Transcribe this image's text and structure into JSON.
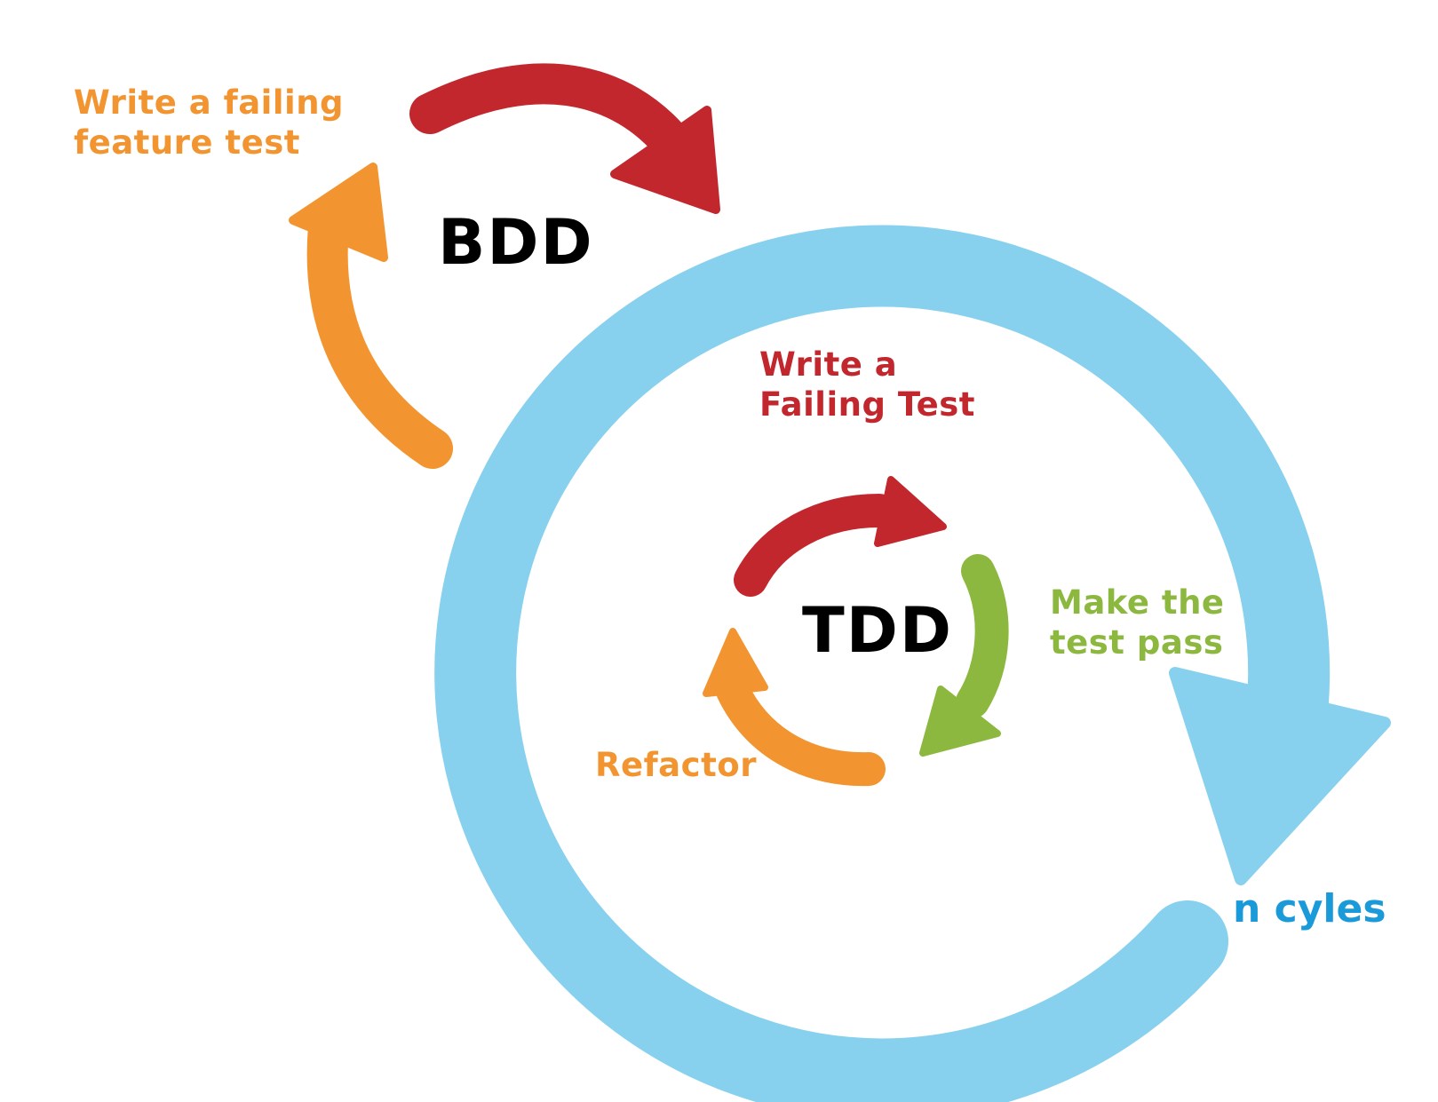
{
  "colors": {
    "outer_cycle": "#87d1ee",
    "red": "#c1272d",
    "orange": "#f29530",
    "green": "#8cb83f",
    "black": "#000000",
    "blue_text": "#1a9ad9"
  },
  "bdd": {
    "title": "BDD",
    "step_1_line_1": "Write a failing",
    "step_1_line_2": "feature test"
  },
  "tdd": {
    "title": "TDD",
    "step_1_line_1": "Write a",
    "step_1_line_2": "Failing Test",
    "step_2_line_1": "Make the",
    "step_2_line_2": "test pass",
    "step_3": "Refactor"
  },
  "outer_cycle_label": "n cyles",
  "icons": {
    "outer_cycle_arrow": "circular-arrow-icon",
    "bdd_arrows": [
      "curved-arrow-icon-red",
      "curved-arrow-icon-orange"
    ],
    "tdd_arrows": [
      "curved-arrow-icon-red",
      "curved-arrow-icon-green",
      "curved-arrow-icon-orange"
    ]
  }
}
